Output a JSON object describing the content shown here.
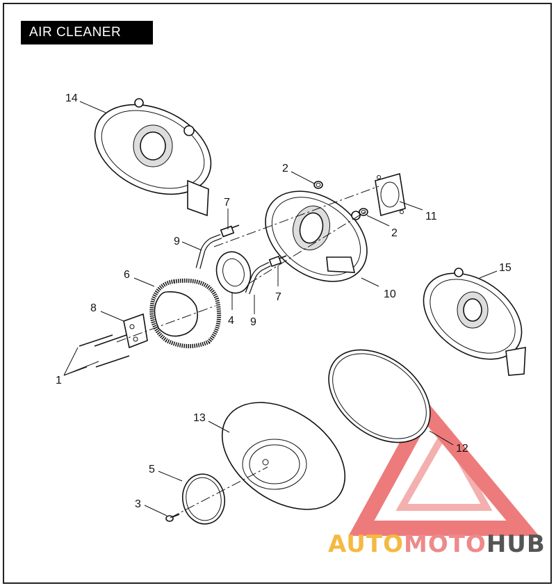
{
  "title": "AIR CLEANER",
  "callouts": [
    "14",
    "2",
    "7",
    "11",
    "9",
    "2",
    "6",
    "15",
    "8",
    "4",
    "7",
    "10",
    "9",
    "1",
    "13",
    "12",
    "5",
    "3"
  ],
  "watermark": {
    "part1": "AUTO",
    "part2": "MOTO",
    "part3": "HUB",
    "color1": "#f5b942",
    "color2": "#ee8a8a",
    "color3": "#555555",
    "triangle_color": "#e84f4f"
  }
}
